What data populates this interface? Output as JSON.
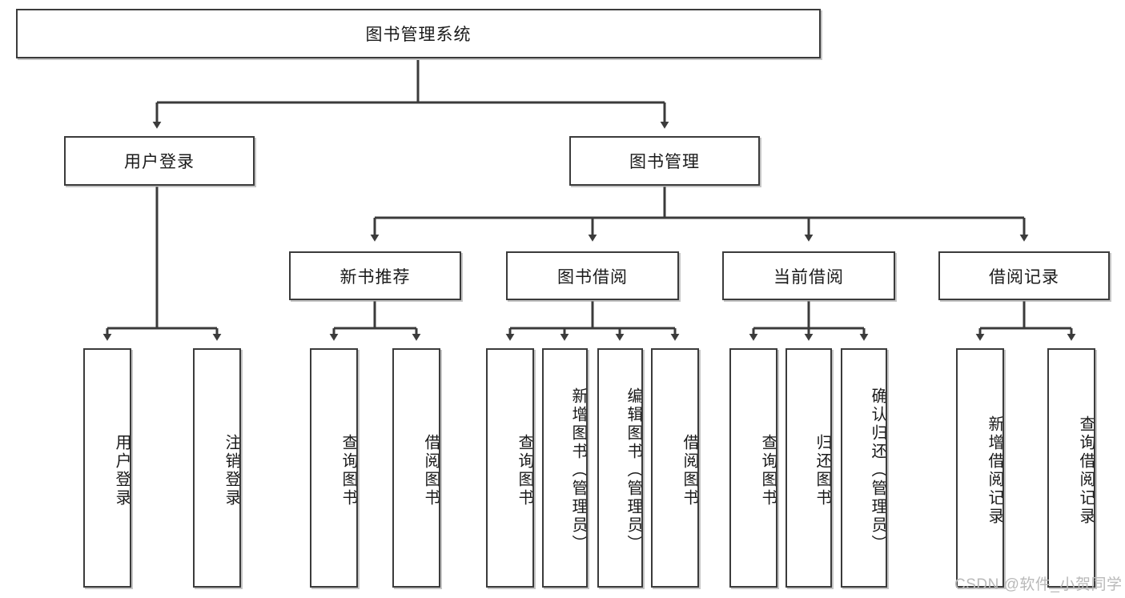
{
  "diagram": {
    "type": "hierarchy-tree",
    "title": "图书管理系统",
    "watermark": "CSDN @软件_小贺同学",
    "colors": {
      "box_border": "#3b3b3b",
      "box_fill": "#ffffff",
      "connector": "#3b3b3b",
      "watermark": "#b9b9b9",
      "background": "#ffffff"
    },
    "nodes": {
      "root": {
        "label": "图书管理系统",
        "level": 1,
        "orientation": "horizontal"
      },
      "l2": [
        {
          "id": "user-login",
          "label": "用户登录",
          "level": 2,
          "orientation": "horizontal"
        },
        {
          "id": "book-manage",
          "label": "图书管理",
          "level": 2,
          "orientation": "horizontal"
        }
      ],
      "l3": [
        {
          "id": "new-book-recommend",
          "label": "新书推荐",
          "level": 3,
          "orientation": "horizontal"
        },
        {
          "id": "book-borrow",
          "label": "图书借阅",
          "level": 3,
          "orientation": "horizontal"
        },
        {
          "id": "current-borrow",
          "label": "当前借阅",
          "level": 3,
          "orientation": "horizontal"
        },
        {
          "id": "borrow-record",
          "label": "借阅记录",
          "level": 3,
          "orientation": "horizontal"
        }
      ],
      "leaves": [
        {
          "id": "leaf-user-login",
          "label": "用户登录",
          "parent": "user-login",
          "orientation": "vertical"
        },
        {
          "id": "leaf-logout",
          "label": "注销登录",
          "parent": "user-login",
          "orientation": "vertical"
        },
        {
          "id": "leaf-query-book-1",
          "label": "查询图书",
          "parent": "new-book-recommend",
          "orientation": "vertical"
        },
        {
          "id": "leaf-borrow-book-1",
          "label": "借阅图书",
          "parent": "new-book-recommend",
          "orientation": "vertical"
        },
        {
          "id": "leaf-query-book-2",
          "label": "查询图书",
          "parent": "book-borrow",
          "orientation": "vertical"
        },
        {
          "id": "leaf-add-book",
          "label": "新增图书（管理员）",
          "parent": "book-borrow",
          "orientation": "vertical"
        },
        {
          "id": "leaf-edit-book",
          "label": "编辑图书（管理员）",
          "parent": "book-borrow",
          "orientation": "vertical"
        },
        {
          "id": "leaf-borrow-book-2",
          "label": "借阅图书",
          "parent": "book-borrow",
          "orientation": "vertical"
        },
        {
          "id": "leaf-query-book-3",
          "label": "查询图书",
          "parent": "current-borrow",
          "orientation": "vertical"
        },
        {
          "id": "leaf-return-book",
          "label": "归还图书",
          "parent": "current-borrow",
          "orientation": "vertical"
        },
        {
          "id": "leaf-confirm-return",
          "label": "确认归还（管理员）",
          "parent": "current-borrow",
          "orientation": "vertical"
        },
        {
          "id": "leaf-add-record",
          "label": "新增借阅记录",
          "parent": "borrow-record",
          "orientation": "vertical"
        },
        {
          "id": "leaf-query-record",
          "label": "查询借阅记录",
          "parent": "borrow-record",
          "orientation": "vertical"
        }
      ]
    },
    "edges": [
      {
        "from": "root",
        "to": "user-login"
      },
      {
        "from": "root",
        "to": "book-manage"
      },
      {
        "from": "book-manage",
        "to": "new-book-recommend"
      },
      {
        "from": "book-manage",
        "to": "book-borrow"
      },
      {
        "from": "book-manage",
        "to": "current-borrow"
      },
      {
        "from": "book-manage",
        "to": "borrow-record"
      },
      {
        "from": "user-login",
        "to": "leaf-user-login"
      },
      {
        "from": "user-login",
        "to": "leaf-logout"
      },
      {
        "from": "new-book-recommend",
        "to": "leaf-query-book-1"
      },
      {
        "from": "new-book-recommend",
        "to": "leaf-borrow-book-1"
      },
      {
        "from": "book-borrow",
        "to": "leaf-query-book-2"
      },
      {
        "from": "book-borrow",
        "to": "leaf-add-book"
      },
      {
        "from": "book-borrow",
        "to": "leaf-edit-book"
      },
      {
        "from": "book-borrow",
        "to": "leaf-borrow-book-2"
      },
      {
        "from": "current-borrow",
        "to": "leaf-query-book-3"
      },
      {
        "from": "current-borrow",
        "to": "leaf-return-book"
      },
      {
        "from": "current-borrow",
        "to": "leaf-confirm-return"
      },
      {
        "from": "borrow-record",
        "to": "leaf-add-record"
      },
      {
        "from": "borrow-record",
        "to": "leaf-query-record"
      }
    ]
  }
}
